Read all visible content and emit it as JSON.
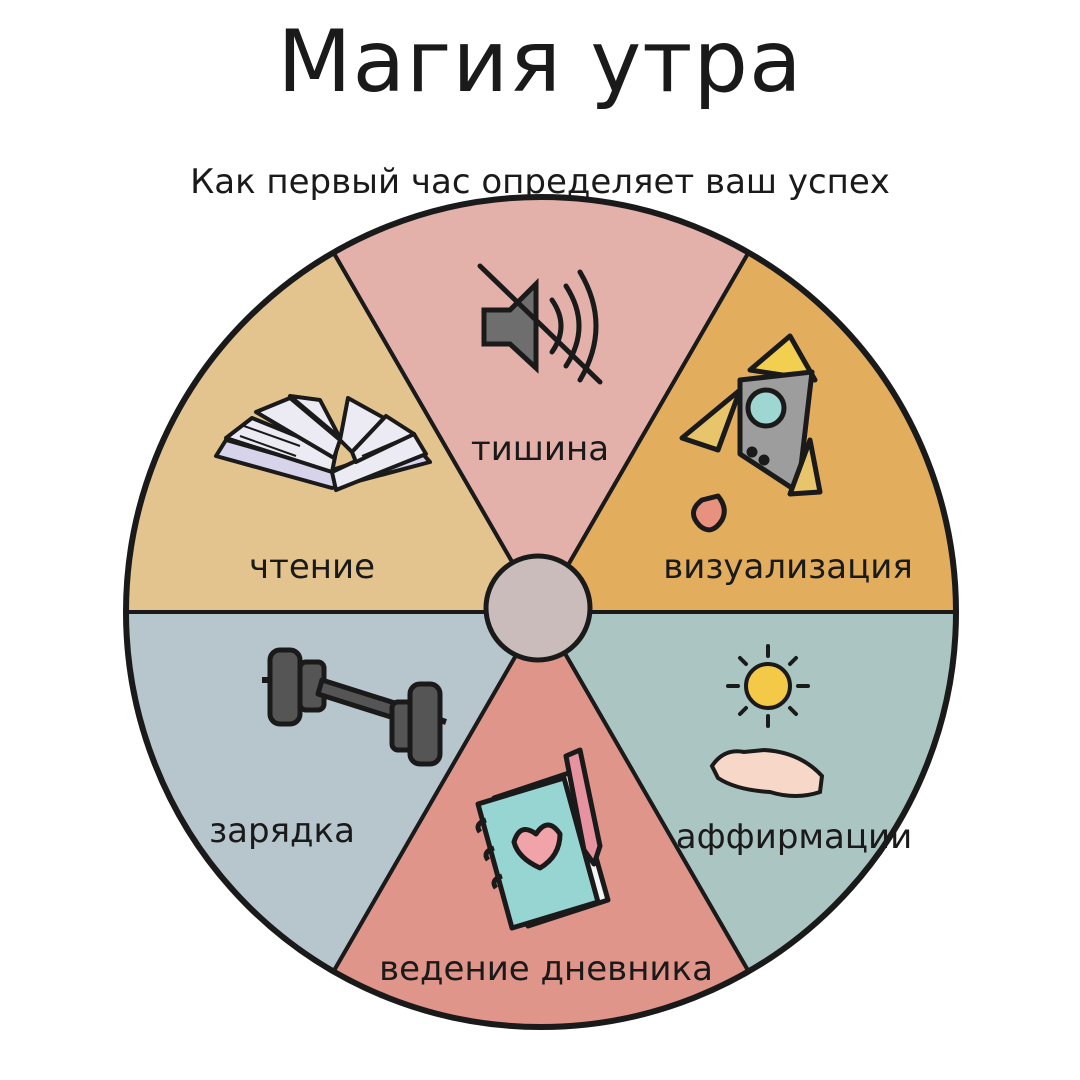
{
  "title": "Магия утра",
  "subtitle": "Как первый час определяет ваш успех",
  "segments": [
    {
      "label": "тишина",
      "icon": "muted-speaker-icon",
      "color": "#e3b0aa"
    },
    {
      "label": "визуализация",
      "icon": "rocket-icon",
      "color": "#e3ad5e"
    },
    {
      "label": "аффирмации",
      "icon": "sun-and-hand-icon",
      "color": "#abc5c3"
    },
    {
      "label": "ведение дневника",
      "icon": "journal-with-pen-icon",
      "color": "#df958a"
    },
    {
      "label": "зарядка",
      "icon": "dumbbell-icon",
      "color": "#b7c5cd"
    },
    {
      "label": "чтение",
      "icon": "open-book-icon",
      "color": "#e3c38e"
    }
  ],
  "colors": {
    "outline": "#1a1a1a",
    "hub": "#cbbcbc"
  }
}
